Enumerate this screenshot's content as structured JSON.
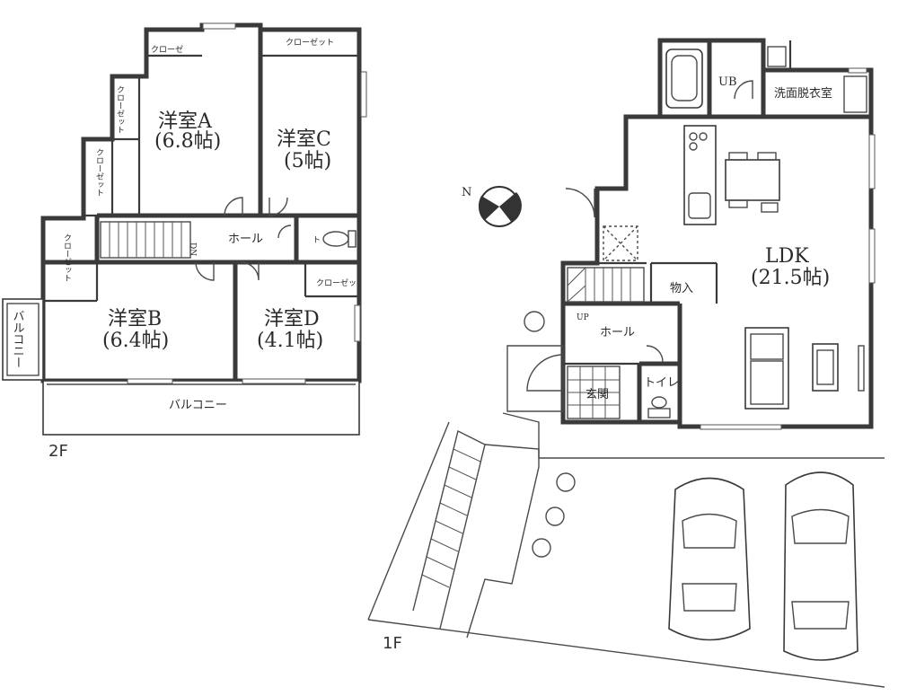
{
  "floor_2": {
    "label": "2F",
    "rooms": {
      "room_a_name": "洋室A",
      "room_a_size": "(6.8帖)",
      "room_c_name": "洋室C",
      "room_c_size": "(5帖)",
      "room_b_name": "洋室B",
      "room_b_size": "(6.4帖)",
      "room_d_name": "洋室D",
      "room_d_size": "(4.1帖)",
      "hall": "ホール",
      "toilet": "ト",
      "stair_dn": "DN",
      "balcony_south": "バルコニー",
      "balcony_west": "バルコニー"
    },
    "closets": {
      "a_top": "クローゼ",
      "a_left": "クローゼット",
      "a_lower": "クローゼット",
      "c_top": "クローゼット",
      "b_left": "クローゼット",
      "d_top": "クローゼッ"
    }
  },
  "floor_1": {
    "label": "1F",
    "rooms": {
      "ldk_name": "LDK",
      "ldk_size": "(21.5帖)",
      "bath": "UB",
      "washroom": "洗面脱衣室",
      "storage": "物入",
      "hall": "ホール",
      "entrance": "玄関",
      "toilet": "トイレ",
      "stair_up": "UP"
    }
  },
  "compass": {
    "north": "N"
  }
}
